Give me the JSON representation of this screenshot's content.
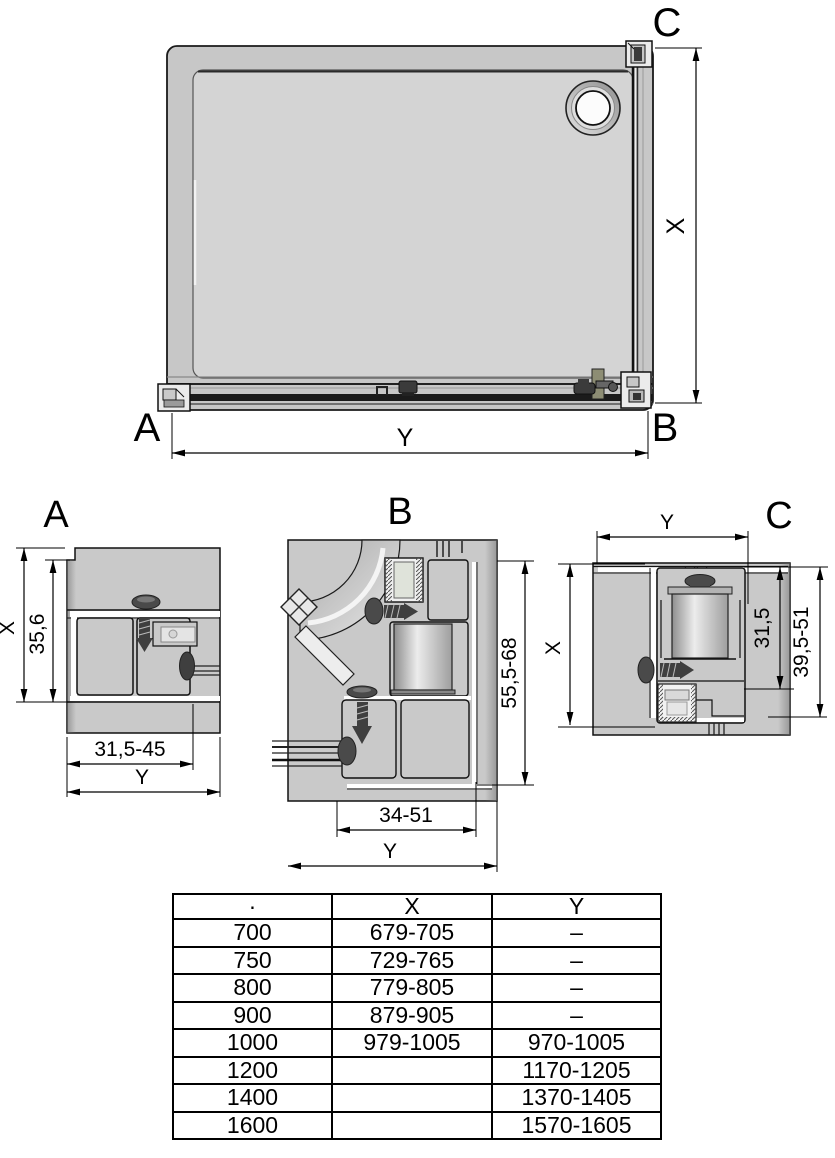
{
  "plan": {
    "section_labels": {
      "a": "A",
      "b": "B",
      "c": "C"
    },
    "dim_height": "X",
    "dim_width": "Y"
  },
  "details": {
    "a": {
      "label": "A",
      "dim_height_outer": "X",
      "dim_height_inner": "35,6",
      "dim_width_inner": "31,5-45",
      "dim_width_outer": "Y"
    },
    "b": {
      "label": "B",
      "dim_height_inner": "55,5-68",
      "dim_width_inner": "34-51",
      "dim_width_outer": "Y"
    },
    "c": {
      "label": "C",
      "dim_width_outer": "Y",
      "dim_height_outer": "X",
      "dim_height_inner": "31,5",
      "dim_height_right": "39,5-51"
    }
  },
  "table": {
    "headers": [
      "·",
      "X",
      "Y"
    ],
    "rows": [
      [
        "700",
        "679-705",
        "–"
      ],
      [
        "750",
        "729-765",
        "–"
      ],
      [
        "800",
        "779-805",
        "–"
      ],
      [
        "900",
        "879-905",
        "–"
      ],
      [
        "1000",
        "979-1005",
        "970-1005"
      ],
      [
        "1200",
        "",
        "1170-1205"
      ],
      [
        "1400",
        "",
        "1370-1405"
      ],
      [
        "1600",
        "",
        "1570-1605"
      ]
    ]
  },
  "colors": {
    "line": "#111111",
    "block_gray": "#c9c9c9",
    "tray_rim": "#c7c7c7",
    "tray_surface": "#d4d4d4",
    "hardware_dark": "#3f3f3f",
    "accent_olive": "#8d8d74",
    "background": "#ffffff"
  }
}
